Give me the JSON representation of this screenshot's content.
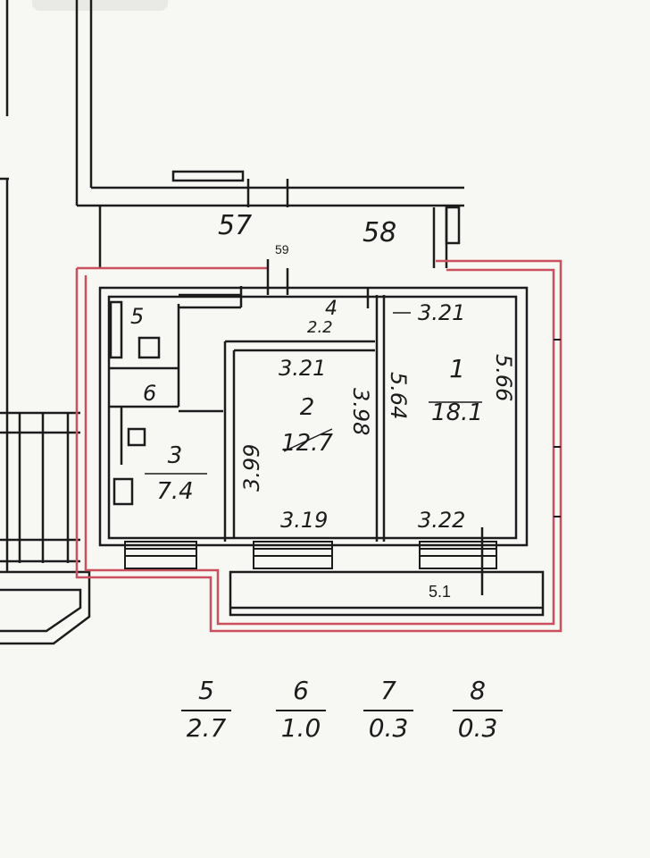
{
  "rooms": [
    {
      "id": "1",
      "area": "18.1"
    },
    {
      "id": "2",
      "area": "12.7"
    },
    {
      "id": "3",
      "area": "7.4"
    },
    {
      "id": "5",
      "area": ""
    },
    {
      "id": "6",
      "area": ""
    }
  ],
  "room_small": {
    "label": "4",
    "sub": "2.2"
  },
  "dimensions": {
    "r2_top": "3.21",
    "r2_bottom": "3.19",
    "r2_left": "3.99",
    "r2_right": "3.98",
    "r1_top": "3.21",
    "r1_bottom": "3.22",
    "r1_right": "5.66",
    "r1_left": "5.64",
    "balcony": "5.1"
  },
  "neighbors": {
    "a": "57",
    "b": "58",
    "c": "59"
  },
  "legend": [
    {
      "num": "5",
      "val": "2.7"
    },
    {
      "num": "6",
      "val": "1.0"
    },
    {
      "num": "7",
      "val": "0.3"
    },
    {
      "num": "8",
      "val": "0.3"
    }
  ],
  "colors": {
    "outline": "#c9505c",
    "ink": "#1c1c1c",
    "paper": "#f7f7f4"
  }
}
